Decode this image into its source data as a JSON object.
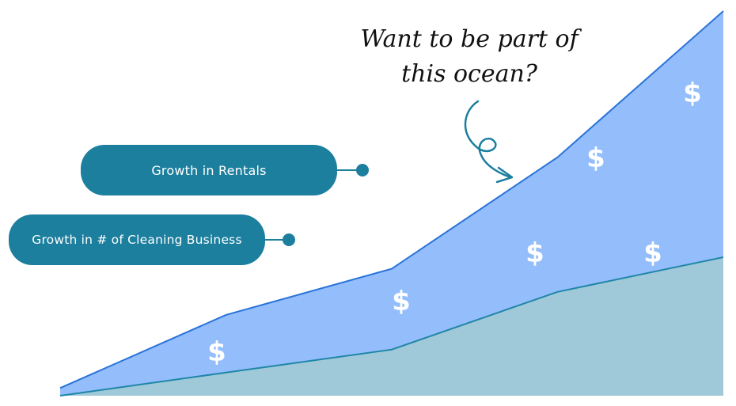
{
  "chart_data": {
    "type": "area",
    "x": [
      0,
      1,
      2,
      3,
      4
    ],
    "ylim": [
      0,
      100
    ],
    "series": [
      {
        "name": "Growth in Rentals",
        "values": [
          2,
          21,
          33,
          62,
          100
        ],
        "color": "#93bdfb",
        "line": "#2a73d9"
      },
      {
        "name": "Growth in # of Cleaning Business",
        "values": [
          0,
          6,
          12,
          27,
          36
        ],
        "color": "#9fc9d8",
        "line": "#1f86a8"
      }
    ],
    "annotation": [
      "Want to be part of",
      "this ocean?"
    ],
    "markers": [
      "$",
      "$",
      "$",
      "$",
      "$",
      "$"
    ]
  },
  "legend": {
    "rentals_label": "Growth in Rentals",
    "cleaning_label": "Growth in # of Cleaning Business",
    "pill_color": "#1c7f9e"
  }
}
